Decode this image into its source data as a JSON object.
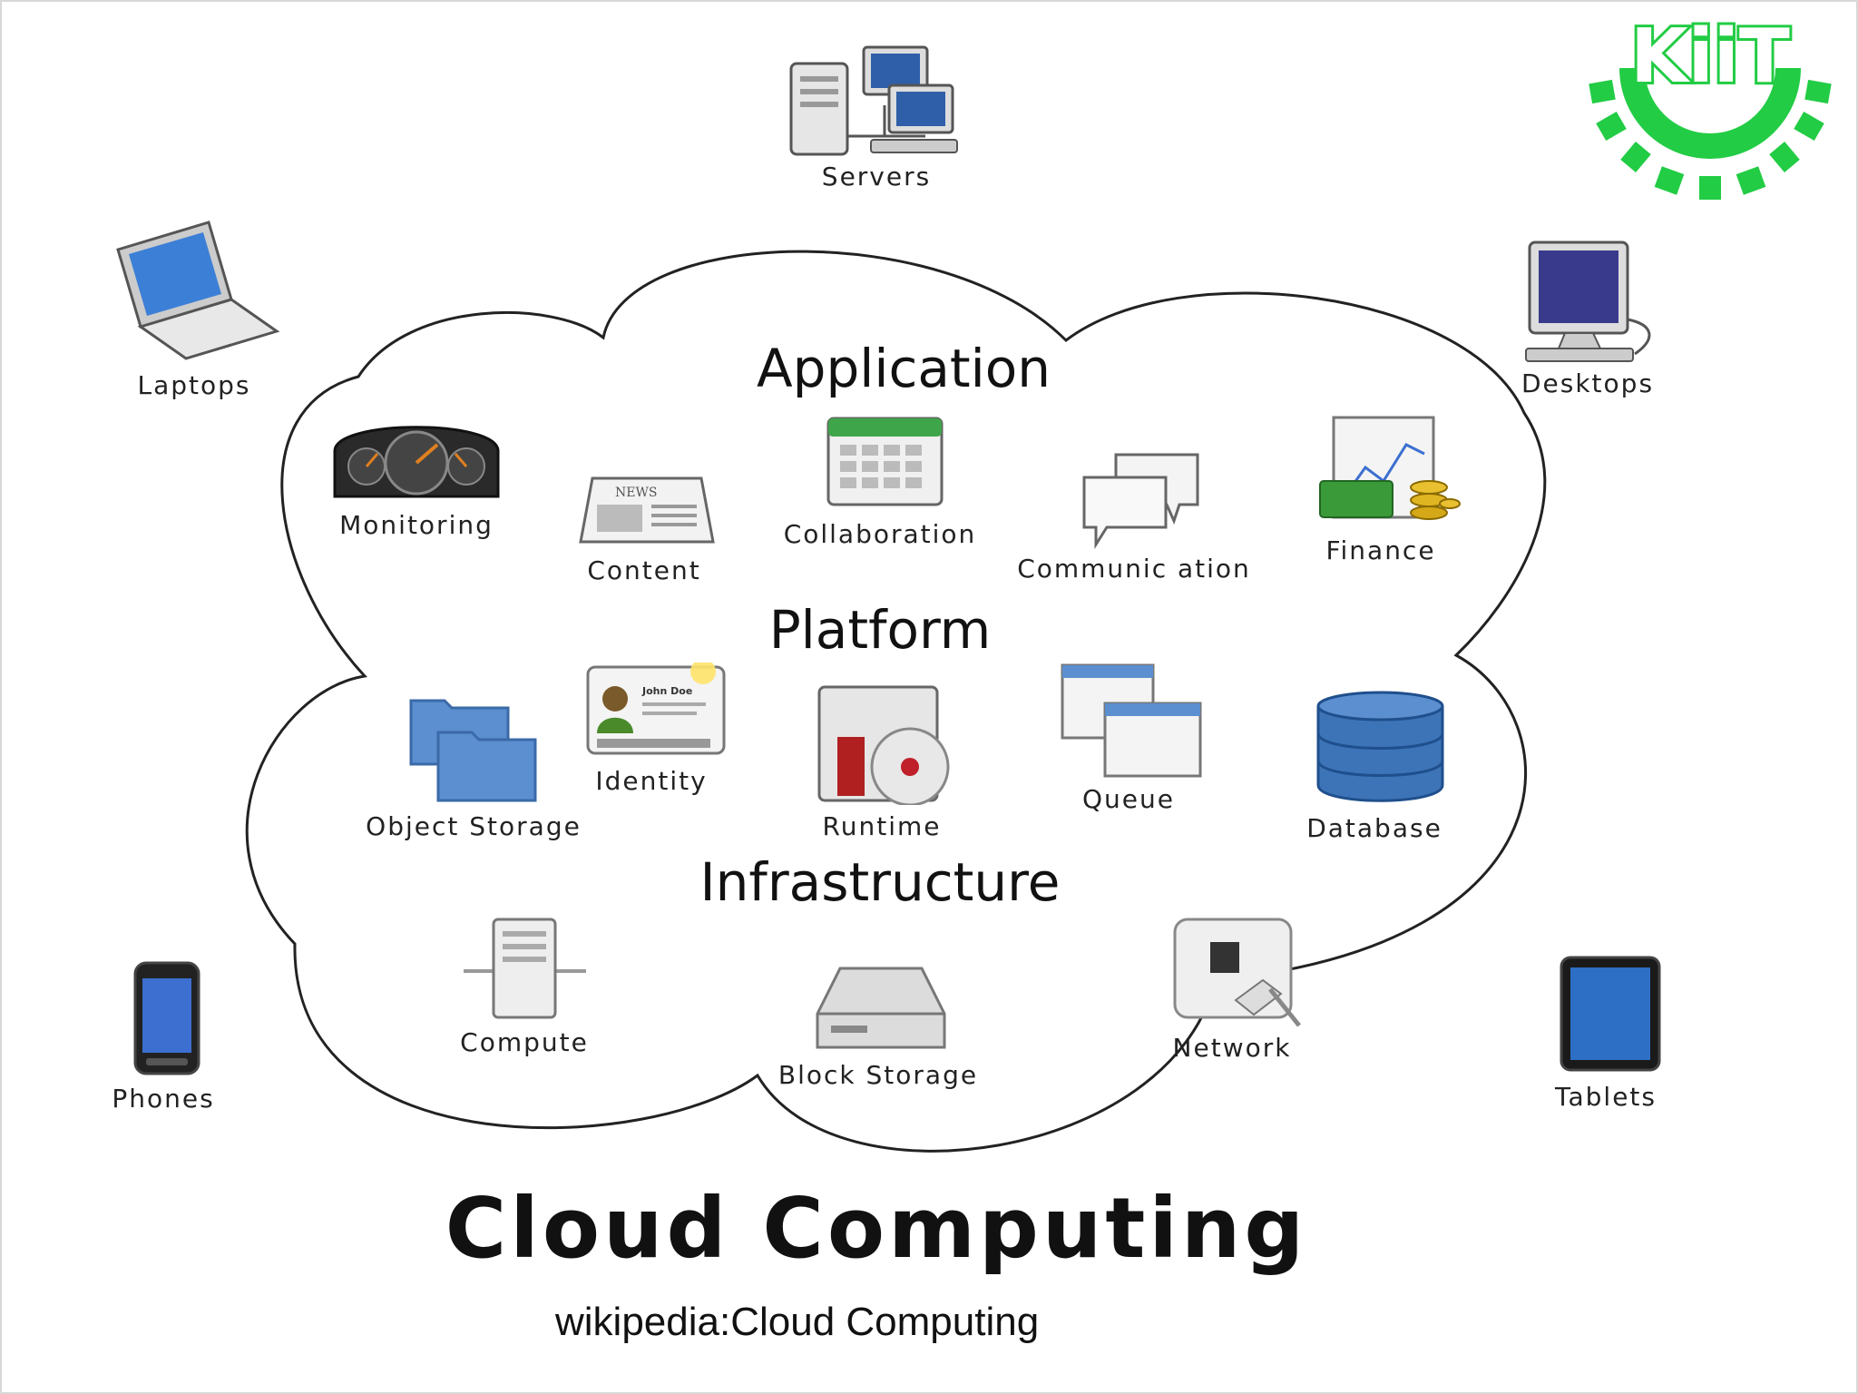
{
  "diagram": {
    "sections": {
      "application": "Application",
      "platform": "Platform",
      "infrastructure": "Infrastructure"
    },
    "clients": {
      "servers": "Servers",
      "laptops": "Laptops",
      "desktops": "Desktops",
      "phones": "Phones",
      "tablets": "Tablets"
    },
    "application_items": {
      "monitoring": "Monitoring",
      "content": "Content",
      "collaboration": "Collaboration",
      "communication": "Communic ation",
      "finance": "Finance"
    },
    "platform_items": {
      "object_storage": "Object Storage",
      "identity": "Identity",
      "runtime": "Runtime",
      "queue": "Queue",
      "database": "Database"
    },
    "infrastructure_items": {
      "compute": "Compute",
      "block_storage": "Block Storage",
      "network": "Network"
    },
    "title": "Cloud Computing",
    "source": "wikipedia:Cloud Computing",
    "icon_text": {
      "news": "NEWS",
      "id_name": "John Doe"
    }
  },
  "logo": {
    "text": "KiiT",
    "color": "#22cc44"
  },
  "colors": {
    "folder": "#5b8fd0",
    "database": "#3d74b8",
    "outline": "#333333"
  }
}
